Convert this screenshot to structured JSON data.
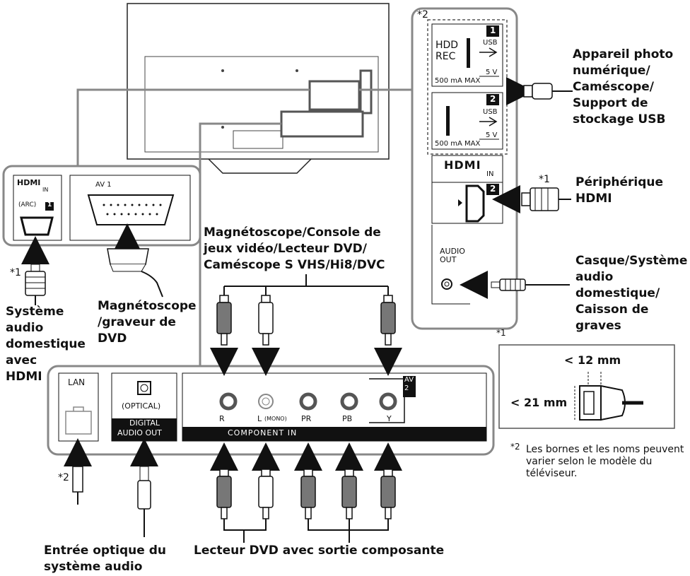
{
  "labels": {
    "camera": [
      "Appareil photo",
      "numérique/",
      "Caméscope/",
      "Support de",
      "stockage USB"
    ],
    "hdmi_device": [
      "Périphérique",
      "HDMI"
    ],
    "headphones": [
      "Casque/Système",
      "audio",
      "domestique/",
      "Caisson de",
      "graves"
    ],
    "av_sources": [
      "Magnétoscope/Console de",
      "jeux vidéo/Lecteur DVD/",
      "Caméscope S VHS/Hi8/DVC"
    ],
    "vcr_recorder": [
      "Magnétoscope",
      "/graveur de",
      "DVD"
    ],
    "home_audio_hdmi": [
      "Système",
      "audio",
      "domestique",
      "avec",
      "HDMI"
    ],
    "optical_input": [
      "Entrée optique du",
      "système audio"
    ],
    "dvd_component": "Lecteur DVD avec sortie composante"
  },
  "footnotes": {
    "star1": "*1",
    "star2": "*2",
    "note2_text": [
      "Les bornes et les noms peuvent",
      "varier selon le modèle du",
      "téléviseur."
    ]
  },
  "connector_dims": {
    "width": "< 12 mm",
    "height": "< 21 mm"
  },
  "ports": {
    "hdd_rec": [
      "HDD",
      "REC"
    ],
    "usb": "USB",
    "usb_num1": "1",
    "usb_num2": "2",
    "voltage": "5 V",
    "current": "500 mA MAX",
    "hdmi_logo": "HDMI",
    "hdmi_in": "IN",
    "hdmi2_num": "2",
    "audio_out": [
      "AUDIO",
      "OUT"
    ],
    "hdmi1_logo": "HDMI",
    "hdmi1_in": "IN",
    "arc": "(ARC)",
    "hdmi1_num": "1",
    "av1": "AV 1",
    "lan": "LAN",
    "optical": "(OPTICAL)",
    "digital": "DIGITAL",
    "audio_out2": "AUDIO OUT",
    "r_label": "R",
    "l_label": "L",
    "mono": "(MONO)",
    "pr": "PR",
    "pb": "PB",
    "y": "Y",
    "av2": [
      "AV",
      "2"
    ],
    "component_in": "COMPONENT IN"
  },
  "colors": {
    "panel_border": "#555555",
    "inner_border": "#888888",
    "black_bar": "#111111",
    "tv_outline": "#222222"
  }
}
